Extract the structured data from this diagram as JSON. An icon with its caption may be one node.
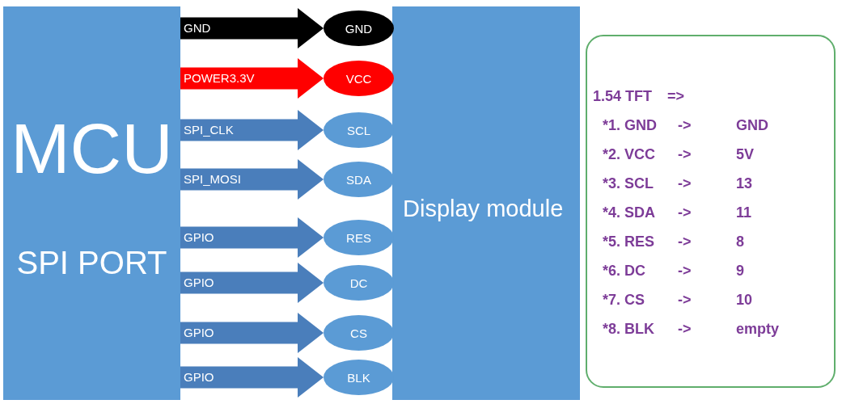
{
  "diagram": {
    "nodes": [
      {
        "text": [
          "MCU",
          "SPI PORT"
        ]
      },
      {
        "text": [
          "GND"
        ]
      },
      {
        "text": [
          "VCC"
        ]
      },
      {
        "text": [
          "SCL"
        ]
      },
      {
        "text": [
          "SDA"
        ]
      },
      {
        "text": [
          "RES"
        ]
      },
      {
        "text": [
          "DC"
        ]
      },
      {
        "text": [
          "CS"
        ]
      },
      {
        "text": [
          "BLK"
        ]
      },
      {
        "text": [
          "Display module"
        ]
      },
      {
        "text": [
          "1.54 TFT",
          "=>",
          "*1. GND",
          "->",
          "GND",
          "*2. VCC",
          "->",
          "5V",
          "*3. SCL",
          "->",
          "13",
          "*4. SDA",
          "->",
          "11",
          "*5. RES",
          "->",
          "8",
          "*6. DC",
          "->",
          "9",
          "*7. CS",
          "->",
          "10",
          "*8. BLK",
          "->",
          "empty"
        ]
      }
    ],
    "edges": [
      {
        "from": 0,
        "to": 1,
        "arrow": "to",
        "label": "GND",
        "color": "#000000"
      },
      {
        "from": 0,
        "to": 2,
        "arrow": "to",
        "label": "POWER3.3V",
        "color": "#ff0000"
      },
      {
        "from": 0,
        "to": 3,
        "arrow": "to",
        "label": "SPI_CLK"
      },
      {
        "from": 0,
        "to": 4,
        "arrow": "to",
        "label": "SPI_MOSI"
      },
      {
        "from": 0,
        "to": 5,
        "arrow": "to",
        "label": "GPIO"
      },
      {
        "from": 0,
        "to": 6,
        "arrow": "to",
        "label": "GPIO"
      },
      {
        "from": 0,
        "to": 7,
        "arrow": "to",
        "label": "GPIO"
      },
      {
        "from": 0,
        "to": 8,
        "arrow": "to",
        "label": "GPIO"
      }
    ]
  }
}
